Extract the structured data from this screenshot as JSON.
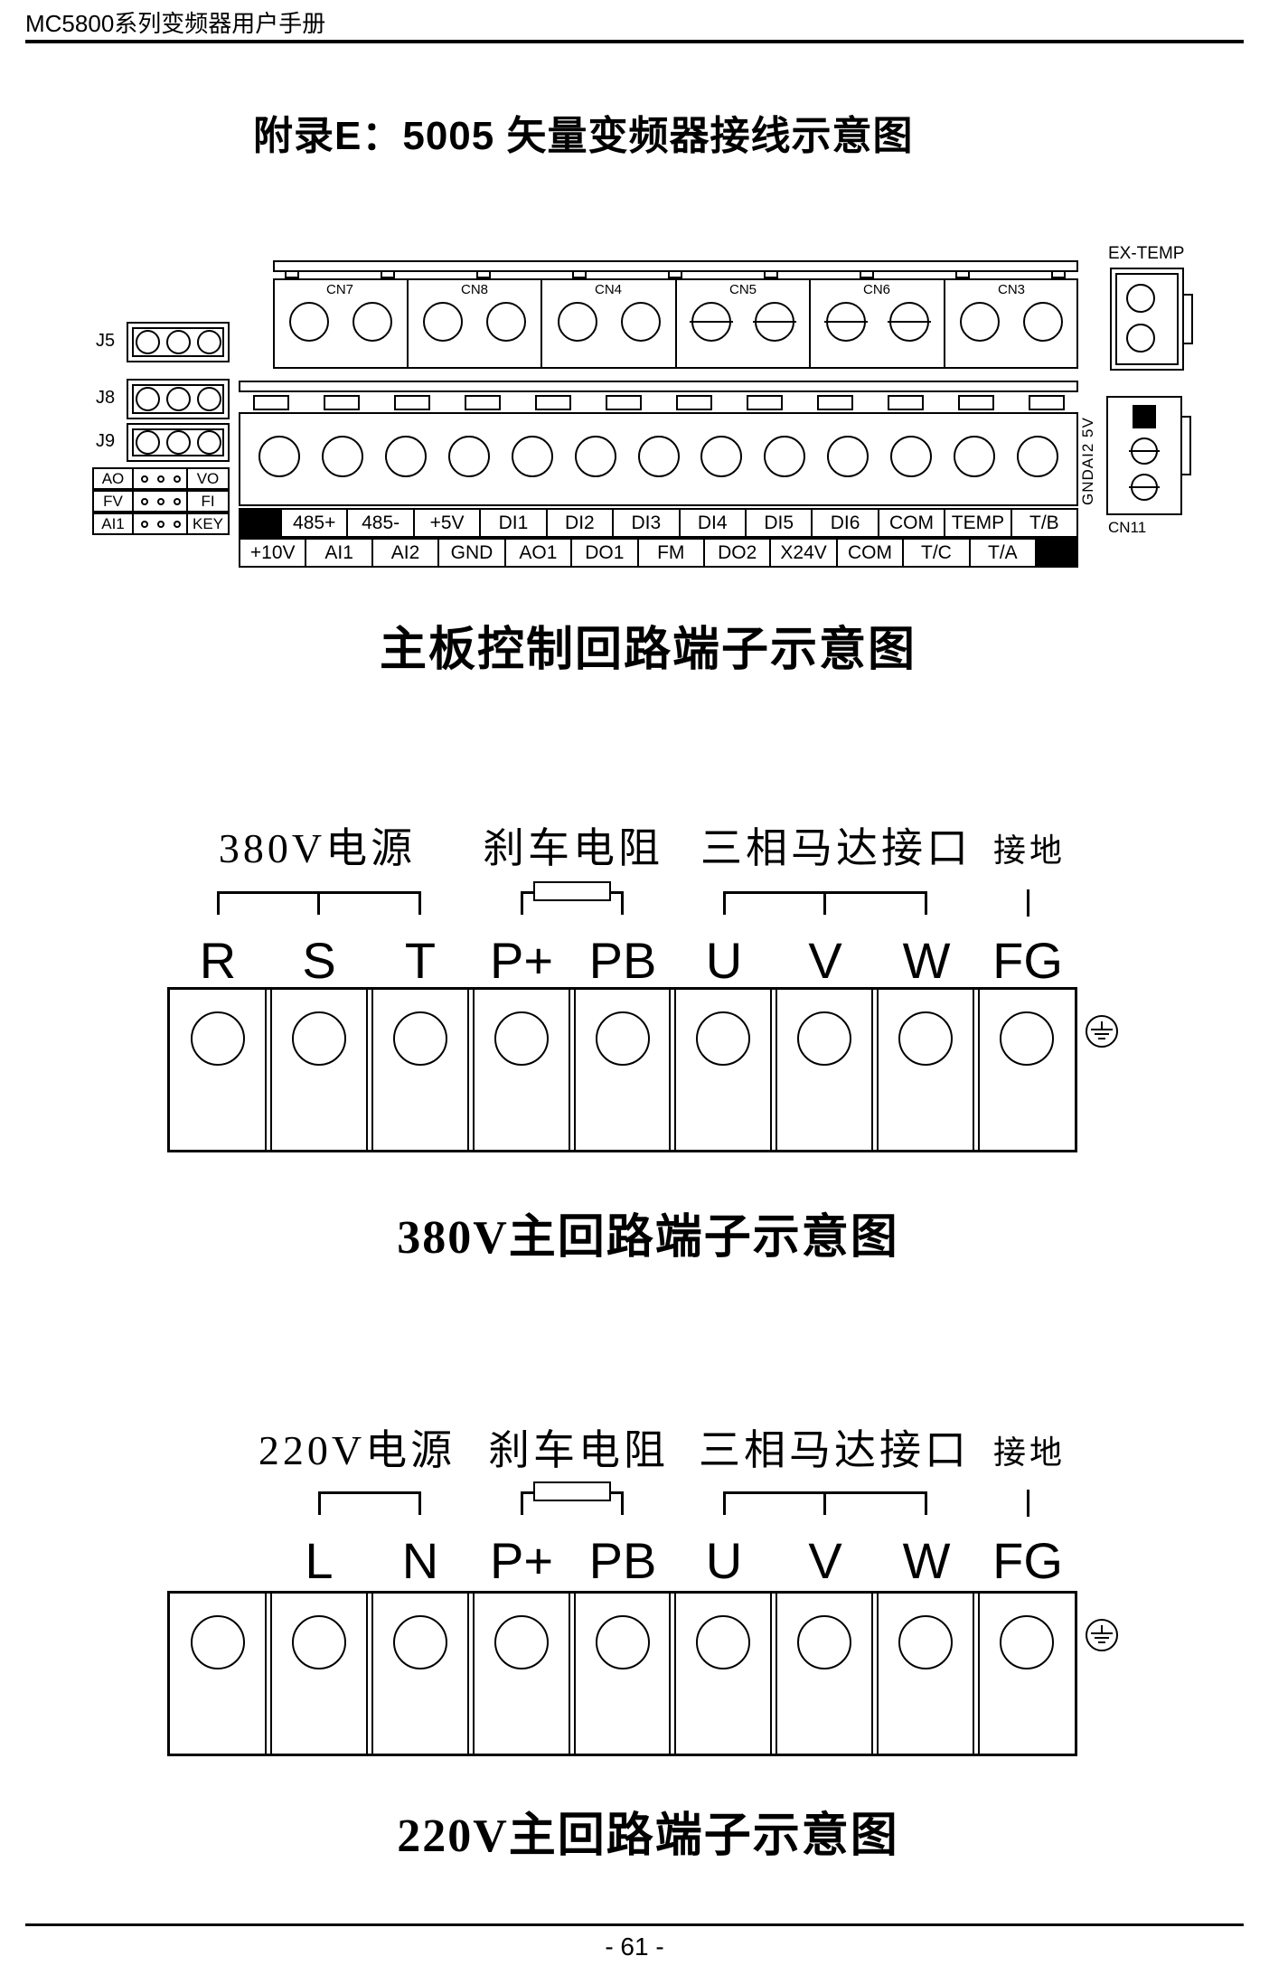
{
  "header": {
    "title": "MC5800系列变频器用户手册"
  },
  "title": "附录E：5005 矢量变频器接线示意图",
  "control_board": {
    "caption": "主板控制回路端子示意图",
    "ex_temp": {
      "label": "EX-TEMP"
    },
    "cn_connectors": [
      "CN7",
      "CN8",
      "CN4",
      "CN5",
      "CN6",
      "CN3"
    ],
    "left_connectors": [
      "J5",
      "J8",
      "J9"
    ],
    "jumpers": [
      {
        "left": "AO",
        "right": "VO"
      },
      {
        "left": "FV",
        "right": "FI"
      },
      {
        "left": "AI1",
        "right": "KEY"
      }
    ],
    "terminal_row1": [
      "485+",
      "485-",
      "+5V",
      "DI1",
      "DI2",
      "DI3",
      "DI4",
      "DI5",
      "DI6",
      "COM",
      "TEMP",
      "T/B"
    ],
    "terminal_row2": [
      "+10V",
      "AI1",
      "AI2",
      "GND",
      "AO1",
      "DO1",
      "FM",
      "DO2",
      "X24V",
      "COM",
      "T/C",
      "T/A"
    ],
    "cn11": {
      "label": "CN11",
      "vertical_label": "GNDAI2 5V"
    }
  },
  "main_380v": {
    "caption": "380V主回路端子示意图",
    "groups": {
      "power": "380V电源",
      "brake": "刹车电阻",
      "motor": "三相马达接口",
      "ground": "接地"
    },
    "terminals": [
      "R",
      "S",
      "T",
      "P+",
      "PB",
      "U",
      "V",
      "W",
      "FG"
    ]
  },
  "main_220v": {
    "caption": "220V主回路端子示意图",
    "groups": {
      "power": "220V电源",
      "brake": "刹车电阻",
      "motor": "三相马达接口",
      "ground": "接地"
    },
    "terminals": [
      "L",
      "N",
      "P+",
      "PB",
      "U",
      "V",
      "W",
      "FG"
    ]
  },
  "footer": {
    "page_number": "- 61 -"
  }
}
